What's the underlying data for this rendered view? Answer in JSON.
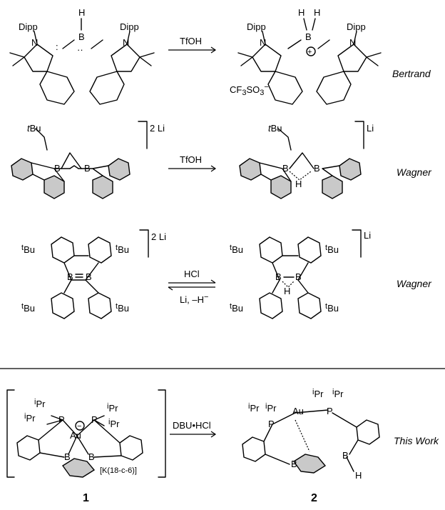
{
  "rows": [
    {
      "reagent": "TfOH",
      "author": "Bertrand",
      "counterion_prefix": "CF",
      "counterion_sub1": "3",
      "counterion_mid": "SO",
      "counterion_sub2": "3",
      "counterion_charge": "−",
      "substituent": "Dipp",
      "atom_n": "N",
      "atom_b": "B",
      "atom_h": "H",
      "charge_plus": "+"
    },
    {
      "reagent": "TfOH",
      "author": "Wagner",
      "start_counterion": "2 Li",
      "product_counterion": "Li",
      "substituent_prefix": "t",
      "substituent_body": "Bu",
      "atom_b": "B",
      "atom_h": "H"
    },
    {
      "forward_reagent": "HCl",
      "reverse_reagent": "Li, –H",
      "reverse_charge": "−",
      "author": "Wagner",
      "start_counterion": "2 Li",
      "product_counterion": "Li",
      "substituent_prefix": "t",
      "substituent_body": "Bu",
      "atom_b": "B",
      "atom_h": "H"
    },
    {
      "reagent": "DBU•HCl",
      "author": "This Work",
      "start_label": "1",
      "product_label": "2",
      "countercation": "[K(18-c-6)]",
      "substituent_prefix": "i",
      "substituent_body": "Pr",
      "atom_p": "P",
      "atom_au": "Au",
      "atom_b": "B",
      "atom_h": "H",
      "charge_minus": "−"
    }
  ]
}
